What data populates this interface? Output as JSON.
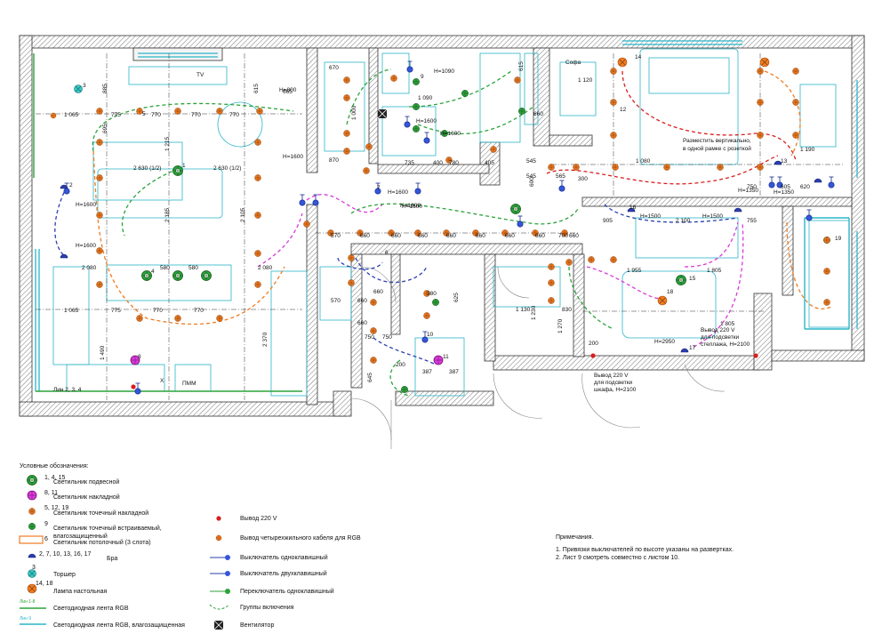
{
  "legend": {
    "title": "Условные обозначения:",
    "items": [
      {
        "num": "1, 4, 15",
        "label": "Светильник подвесной"
      },
      {
        "num": "8, 11",
        "label": "Светильник накладной"
      },
      {
        "num": "5, 12, 19",
        "label": "Светильник точечный накладной"
      },
      {
        "num": "9",
        "label": "Светильник точечный встраиваемый, влагозащищенный"
      },
      {
        "num": "6",
        "label": "Светильник потолочный (3 слота)"
      },
      {
        "num": "2, 7, 10, 13, 16, 17",
        "label": "Бра"
      },
      {
        "num": "3",
        "label": "Торшер"
      },
      {
        "num": "14, 18",
        "label": "Лампа настольная"
      },
      {
        "num": "Лин 1-8",
        "label": "Светодиодная лента RGB"
      },
      {
        "num": "Лин 9",
        "label": "Светодиодная лента RGB, влагозащищенная"
      }
    ],
    "items2": [
      "Вывод 220 V",
      "Вывод четырехжильного кабеля для RGB",
      "Выключатель одноклавишный",
      "Выключатель двухклавишный",
      "Переключатель одноклавишный",
      "Группы включения",
      "Вентилятор"
    ]
  },
  "notes": {
    "title": "Примечания.",
    "lines": [
      "1. Привязки выключателей по высоте указаны на развертках.",
      "2. Лист 9 смотреть совместно с листом 10."
    ]
  },
  "plan": {
    "room_labels": {
      "tv": "TV",
      "sofa": "Софа",
      "pmm": "ПММ",
      "x": "Х"
    },
    "bedroom_note": [
      "Разместить вертикально,",
      "в одной рамке с розеткой"
    ],
    "outlet_note_1": [
      "Вывод 220 V",
      "для подсветки",
      "шкафа, H=2100"
    ],
    "outlet_note_2": [
      "Вывод 220 V",
      "для подсветки",
      "стеллажа, H=2100"
    ],
    "strip_label": "Лин 2, 3, 4",
    "heights": [
      "H=1600",
      "H=1600",
      "H=1600",
      "H=1600",
      "H=1600",
      "H=1090",
      "H=1600",
      "H=1600",
      "H=1350",
      "H=1350",
      "H=1500",
      "H=1500",
      "H=2950",
      "H=800",
      "H=1600"
    ],
    "dims_living": [
      "1 065",
      "775",
      "770",
      "770",
      "770",
      "665",
      "2 630 (1/2)",
      "2 630 (1/2)",
      "2 080",
      "2 080",
      "580",
      "580",
      "1 065",
      "775",
      "770",
      "770",
      "1 490",
      "2 370",
      "2 185",
      "2 105",
      "1 215",
      "695",
      "885",
      "615"
    ],
    "dims_corridor": [
      "570",
      "660",
      "660",
      "660",
      "660",
      "660",
      "660",
      "660",
      "660",
      "700",
      "570",
      "660",
      "660",
      "660",
      "750",
      "750",
      "645",
      "387",
      "387",
      "200"
    ],
    "dims_bath": [
      "670",
      "870",
      "1 090",
      "1 000",
      "735",
      "400",
      "780",
      "405",
      "615",
      "660",
      "380",
      "625"
    ],
    "dims_bedroom": [
      "1 120",
      "1 080",
      "1 190",
      "545",
      "545",
      "565",
      "600",
      "300",
      "620",
      "750",
      "605",
      "1 230"
    ],
    "dims_room2": [
      "905",
      "2 100",
      "755",
      "1 805",
      "1 955",
      "1 805",
      "1 130",
      "1 270",
      "830",
      "200"
    ],
    "fixture_nums": [
      "3",
      "2",
      "1",
      "4",
      "5",
      "6",
      "7",
      "8",
      "9",
      "10",
      "11",
      "12",
      "13",
      "14",
      "15",
      "16",
      "17",
      "18",
      "19"
    ]
  }
}
